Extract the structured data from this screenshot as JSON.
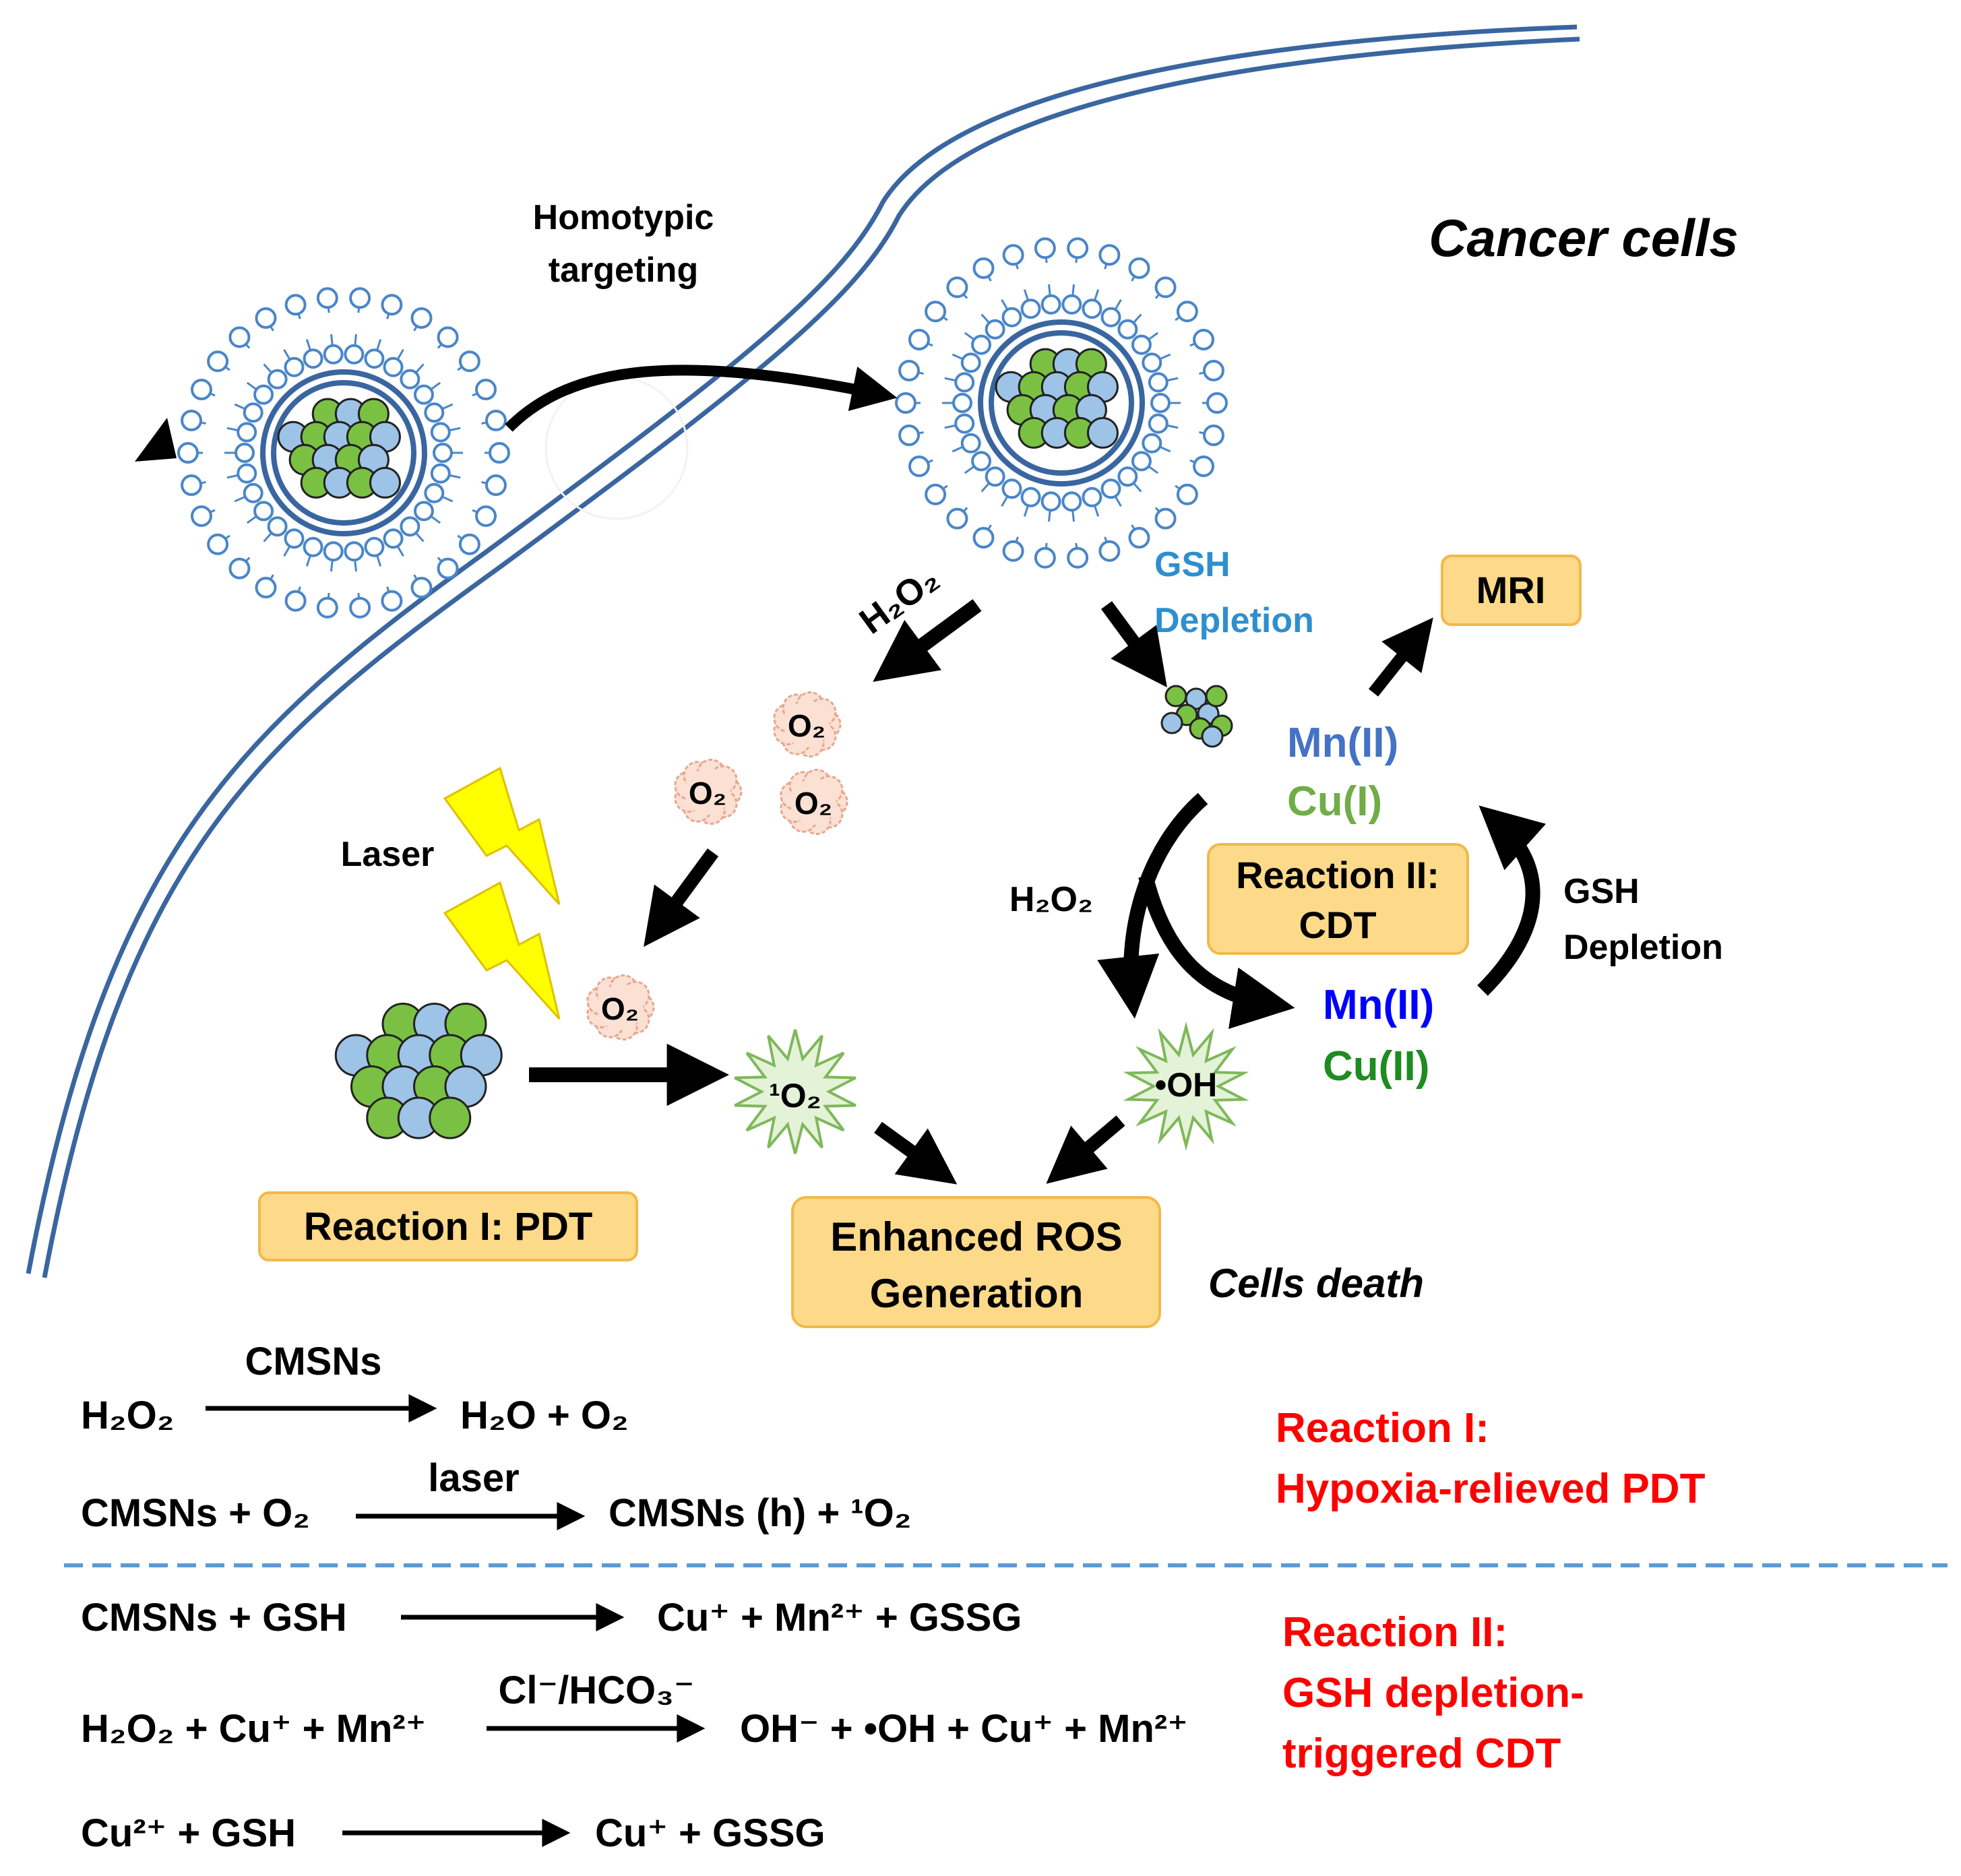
{
  "labels": {
    "title_cancer_cells": "Cancer cells",
    "homotypic_line1": "Homotypic",
    "homotypic_line2": "targeting",
    "h2o2_label": "H₂O₂",
    "gsh_depletion_top_line1": "GSH",
    "gsh_depletion_top_line2": "Depletion",
    "mri": "MRI",
    "o2": "O₂",
    "laser": "Laser",
    "mn_ii": "Mn(II)",
    "cu_i": "Cu(I)",
    "reaction2_box_line1": "Reaction II:",
    "reaction2_box_line2": "CDT",
    "h2o2_mid": "H₂O₂",
    "gsh_depletion_right_line1": "GSH",
    "gsh_depletion_right_line2": "Depletion",
    "mn_ii_blue": "Mn(II)",
    "cu_ii_green": "Cu(II)",
    "singlet_oxygen": "¹O₂",
    "hydroxyl_radical": "•OH",
    "reaction1_box": "Reaction I: PDT",
    "ros_line1": "Enhanced ROS",
    "ros_line2": "Generation",
    "cells_death": "Cells death"
  },
  "equations": {
    "eq1_left": "H₂O₂",
    "eq1_over": "CMSNs",
    "eq1_right": "H₂O + O₂",
    "eq2_left": "CMSNs + O₂",
    "eq2_over": "laser",
    "eq2_right": "CMSNs (h) + ¹O₂",
    "eq3_left": "CMSNs + GSH",
    "eq3_right": "Cu⁺ + Mn²⁺ + GSSG",
    "eq4_left": "H₂O₂ + Cu⁺ + Mn²⁺",
    "eq4_over": "Cl⁻/HCO₃⁻",
    "eq4_right": "OH⁻ + •OH + Cu⁺ + Mn²⁺",
    "eq5_left": "Cu²⁺ + GSH",
    "eq5_right": "Cu⁺ + GSSG"
  },
  "reaction_titles": {
    "r1_line1": "Reaction I:",
    "r1_line2": "Hypoxia-relieved PDT",
    "r2_line1": "Reaction II:",
    "r2_line2": "GSH depletion-",
    "r2_line3": "triggered CDT"
  },
  "colors": {
    "membrane": "#3a66a0",
    "lipid": "#4a86c8",
    "blue_particle": "#9dc3e6",
    "green_particle": "#7ac143",
    "box_fill": "#fdd98a",
    "box_stroke": "#f2b94a",
    "cloud_fill": "#fbe0d4",
    "cloud_stroke": "#e8a78c",
    "star_fill": "#e4f2d8",
    "star_stroke": "#7fb85a",
    "lightning": "#ffff00",
    "red_text": "#ff0000",
    "gsh_blue_text": "#2e8fcf",
    "mn_light": "#4472c4",
    "cu_light": "#70ad47",
    "mn_dark": "#0000ff",
    "cu_dark": "#1e8c1e",
    "divider": "#5b9bd5"
  }
}
